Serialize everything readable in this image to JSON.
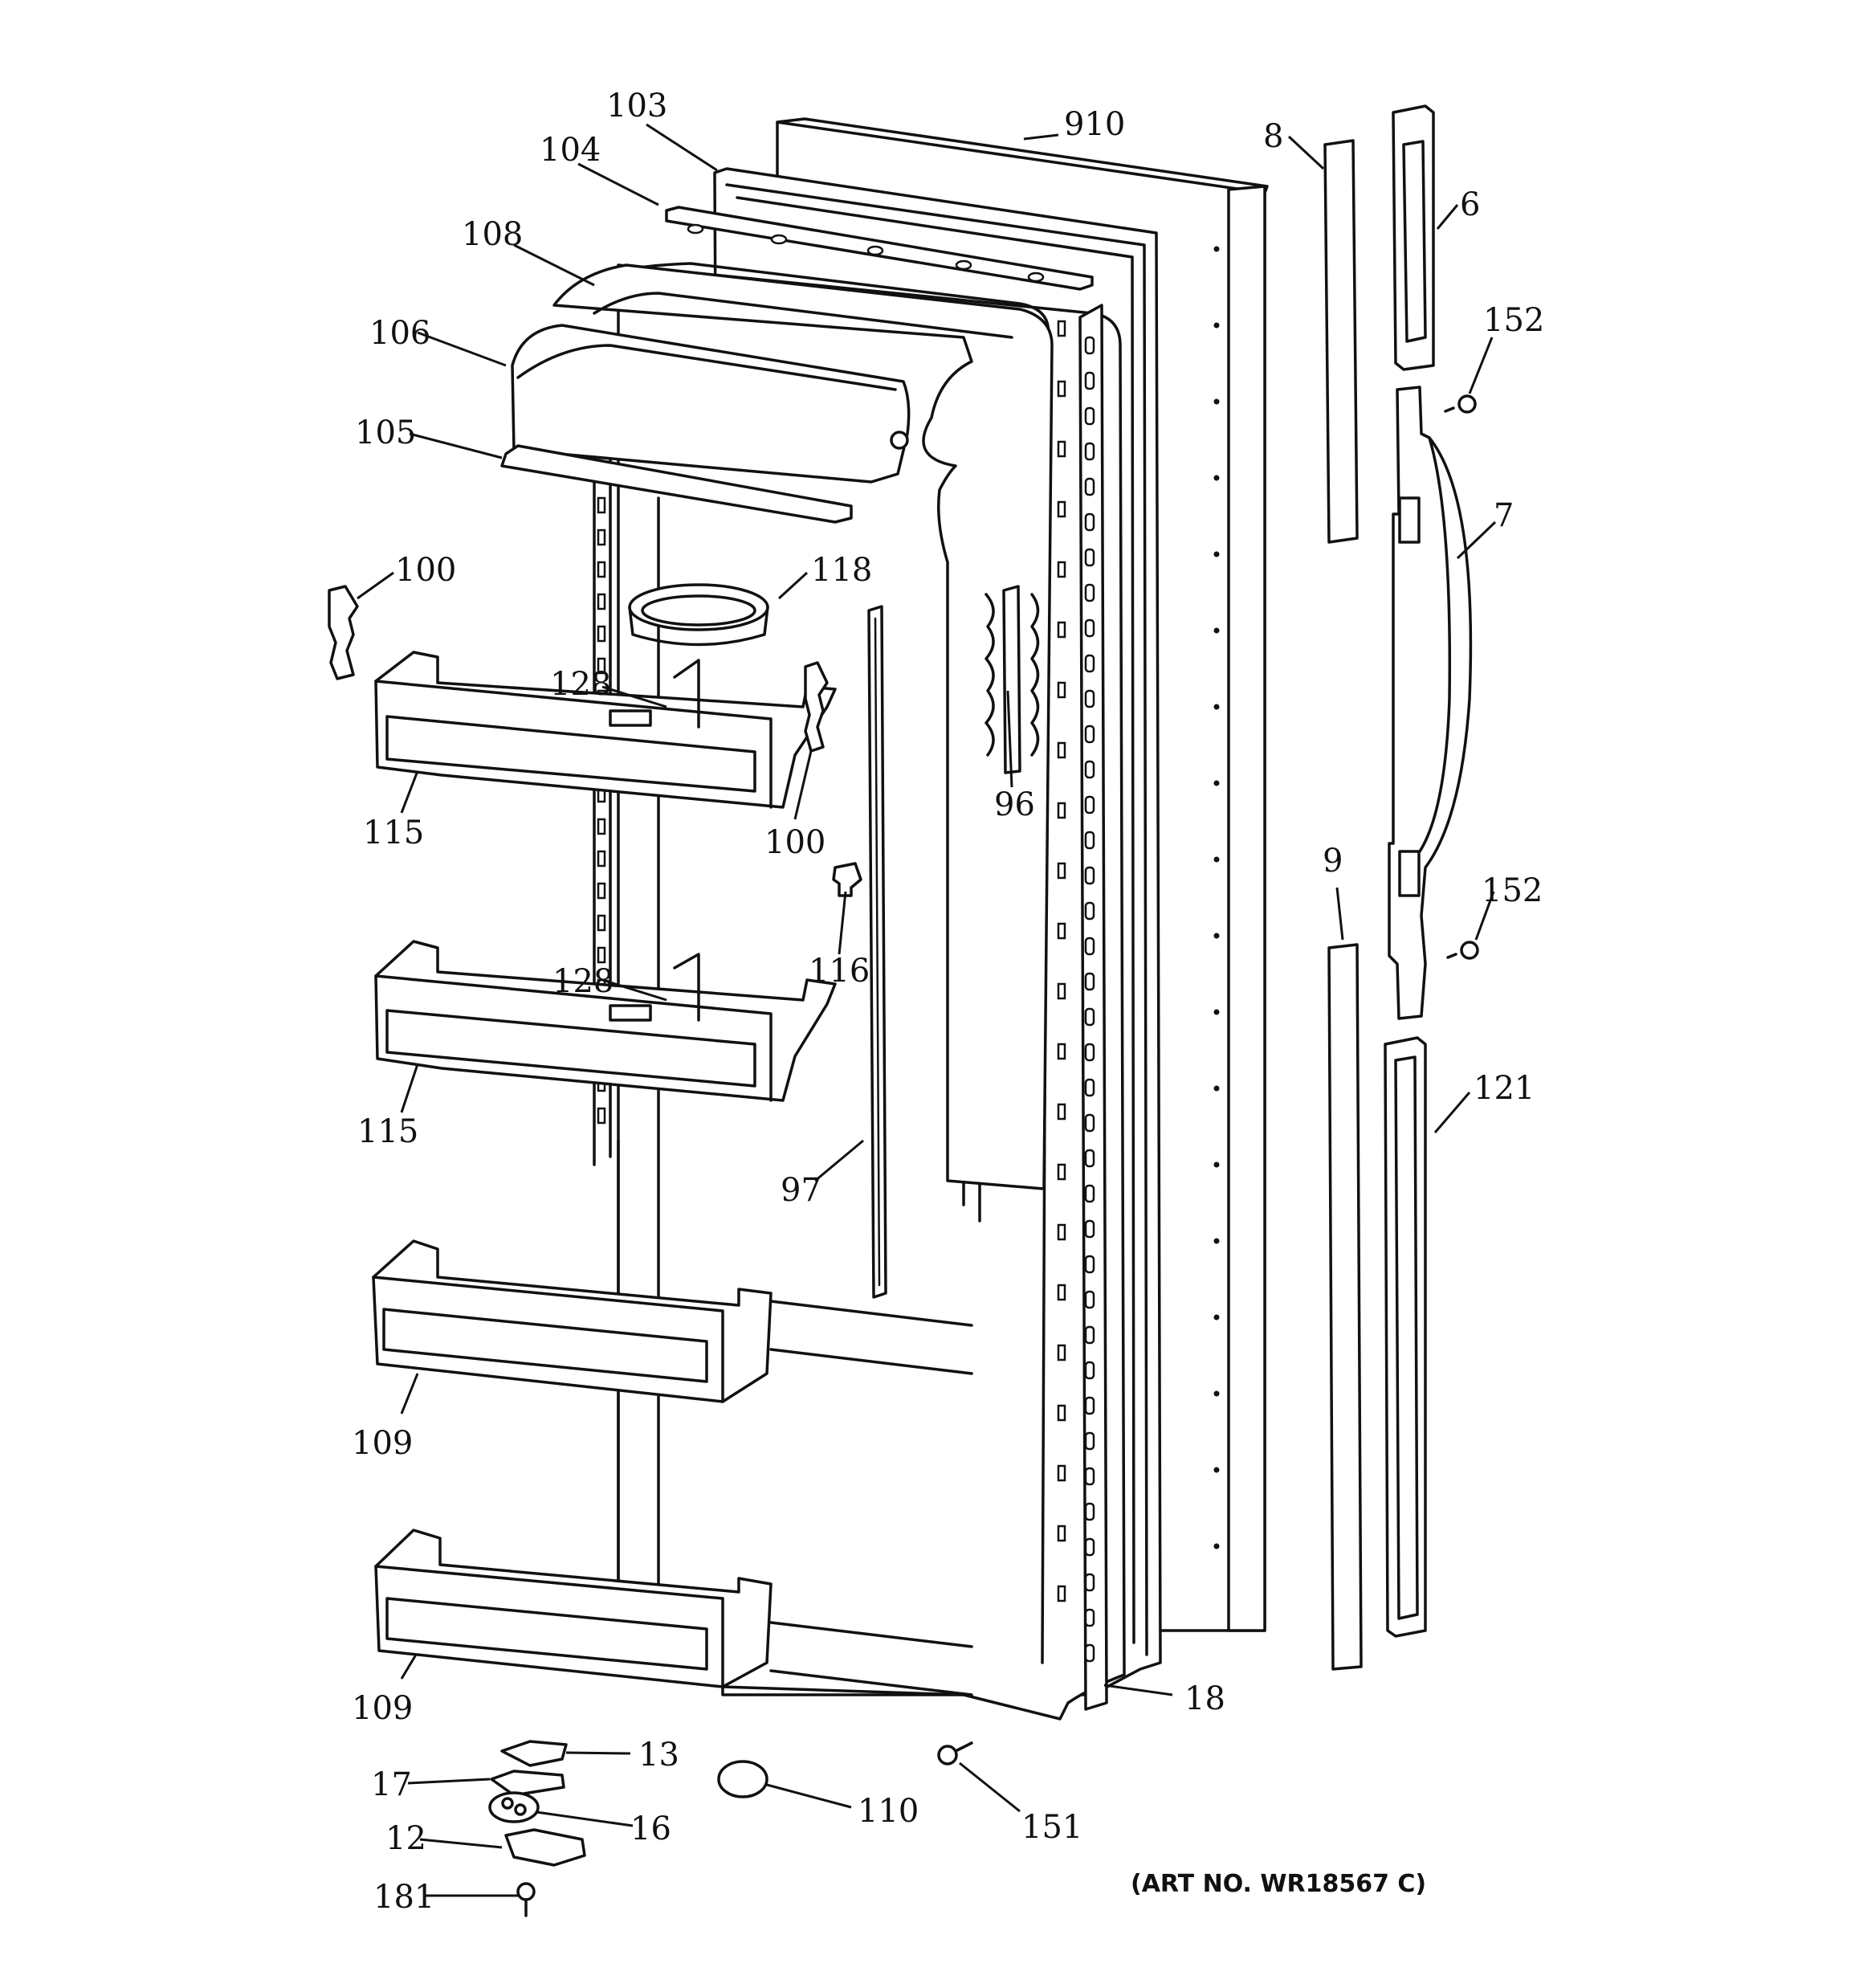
{
  "callouts": {
    "c103": "103",
    "c104": "104",
    "c108": "108",
    "c106": "106",
    "c105": "105",
    "c910": "910",
    "c8": "8",
    "c6": "6",
    "c152a": "152",
    "c7": "7",
    "c152b": "152",
    "c9": "9",
    "c121": "121",
    "c100a": "100",
    "c118": "118",
    "c128a": "128",
    "c115a": "115",
    "c100b": "100",
    "c96": "96",
    "c116": "116",
    "c128b": "128",
    "c115b": "115",
    "c97": "97",
    "c109a": "109",
    "c109b": "109",
    "c18": "18",
    "c13": "13",
    "c17": "17",
    "c16": "16",
    "c12": "12",
    "c181": "181",
    "c110": "110",
    "c151": "151"
  },
  "art_number": "(ART NO. WR18567 C)"
}
